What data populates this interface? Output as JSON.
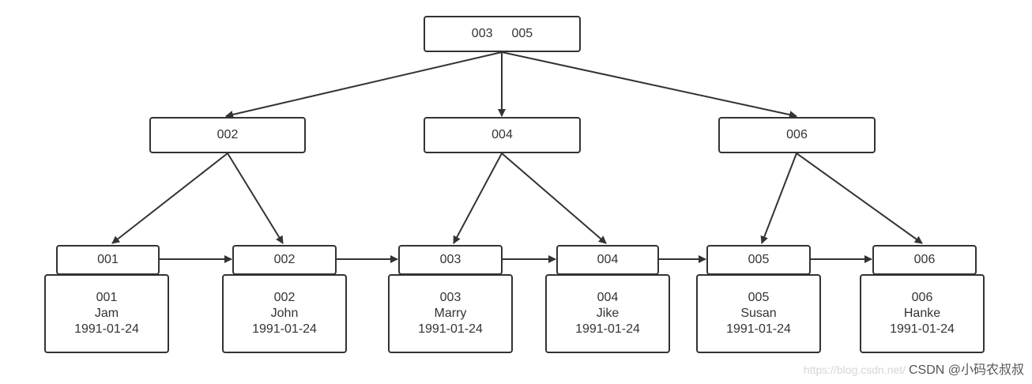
{
  "root": {
    "keys": [
      "003",
      "005"
    ]
  },
  "internal": [
    {
      "key": "002"
    },
    {
      "key": "004"
    },
    {
      "key": "006"
    }
  ],
  "leaves": [
    {
      "key": "001",
      "id": "001",
      "name": "Jam",
      "date": "1991-01-24"
    },
    {
      "key": "002",
      "id": "002",
      "name": "John",
      "date": "1991-01-24"
    },
    {
      "key": "003",
      "id": "003",
      "name": "Marry",
      "date": "1991-01-24"
    },
    {
      "key": "004",
      "id": "004",
      "name": "Jike",
      "date": "1991-01-24"
    },
    {
      "key": "005",
      "id": "005",
      "name": "Susan",
      "date": "1991-01-24"
    },
    {
      "key": "006",
      "id": "006",
      "name": "Hanke",
      "date": "1991-01-24"
    }
  ],
  "watermark": {
    "url": "https://blog.csdn.net/",
    "text": "CSDN @小码农叔叔"
  },
  "colors": {
    "stroke": "#333333",
    "text": "#333333",
    "watermark": "#555555"
  }
}
